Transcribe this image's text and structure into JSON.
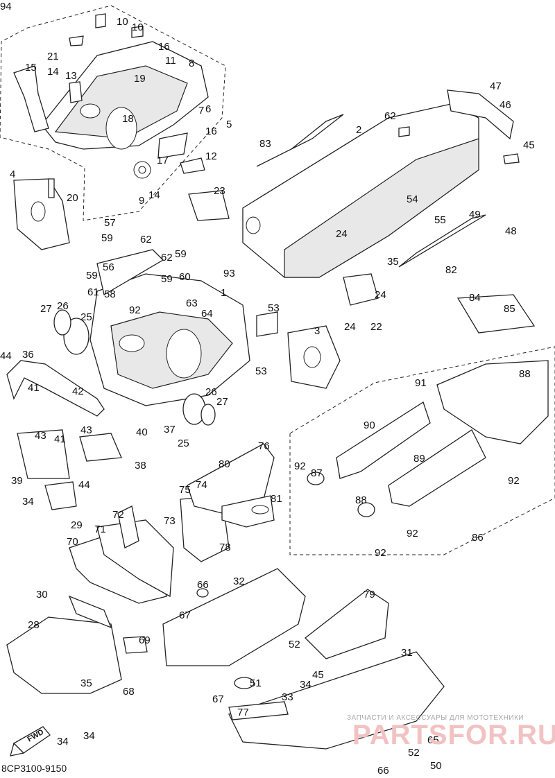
{
  "diagram": {
    "code": "8CP3100-9150",
    "fwd_label": "FWD",
    "watermark": {
      "top_text": "ЗАПЧАСТИ И АКСЕССУАРЫ ДЛЯ МОТОТЕХНИКИ",
      "logo_text": "PARTSFOR.RU"
    },
    "callouts": [
      "1",
      "2",
      "3",
      "4",
      "5",
      "6",
      "7",
      "8",
      "9",
      "10",
      "10",
      "11",
      "12",
      "13",
      "14",
      "14",
      "15",
      "16",
      "16",
      "17",
      "18",
      "19",
      "20",
      "21",
      "22",
      "23",
      "24",
      "24",
      "24",
      "25",
      "25",
      "26",
      "26",
      "27",
      "27",
      "28",
      "29",
      "30",
      "31",
      "32",
      "33",
      "34",
      "34",
      "34",
      "34",
      "35",
      "35",
      "36",
      "37",
      "38",
      "39",
      "40",
      "41",
      "41",
      "42",
      "43",
      "43",
      "44",
      "44",
      "45",
      "45",
      "46",
      "47",
      "48",
      "49",
      "50",
      "51",
      "52",
      "52",
      "53",
      "53",
      "54",
      "55",
      "56",
      "57",
      "58",
      "59",
      "59",
      "59",
      "59",
      "60",
      "61",
      "62",
      "62",
      "62",
      "63",
      "64",
      "65",
      "66",
      "66",
      "67",
      "67",
      "68",
      "69",
      "70",
      "71",
      "72",
      "73",
      "74",
      "75",
      "76",
      "77",
      "78",
      "79",
      "80",
      "81",
      "82",
      "83",
      "84",
      "85",
      "86",
      "87",
      "88",
      "88",
      "89",
      "90",
      "91",
      "92",
      "92",
      "92",
      "92",
      "92",
      "93",
      "94"
    ]
  }
}
